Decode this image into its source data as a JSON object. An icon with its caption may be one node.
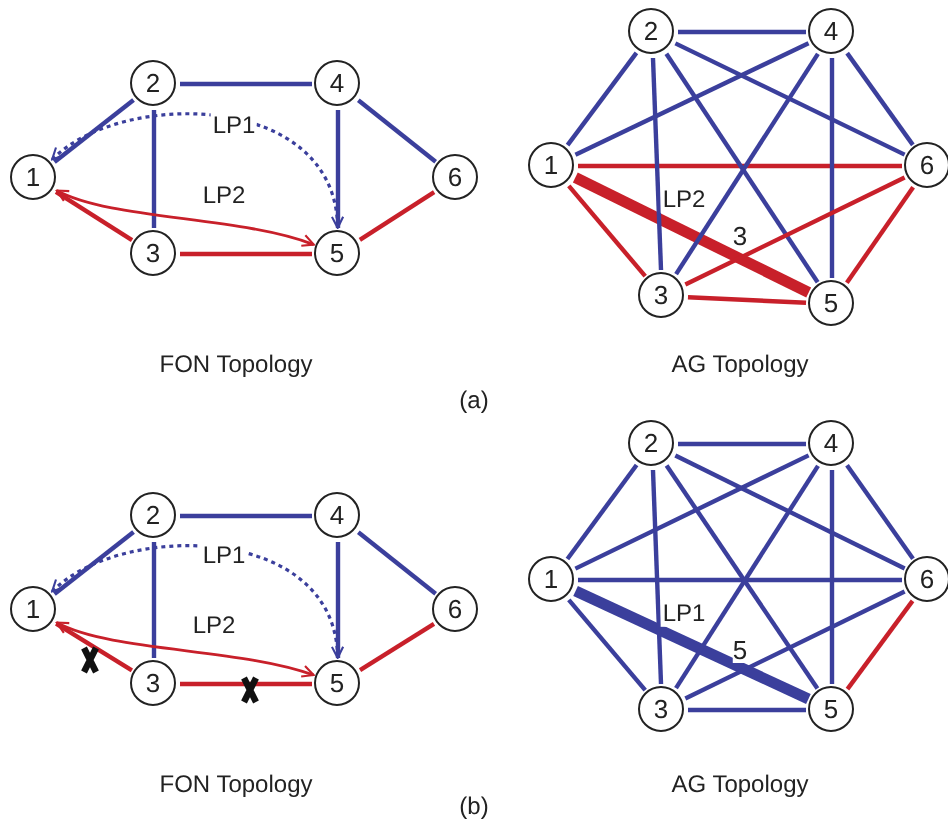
{
  "diagram": {
    "nodes": [
      {
        "text": [
          "1"
        ]
      },
      {
        "text": [
          "2"
        ]
      },
      {
        "text": [
          "3"
        ]
      },
      {
        "text": [
          "4"
        ]
      },
      {
        "text": [
          "5"
        ]
      },
      {
        "text": [
          "6"
        ]
      },
      {
        "text": [
          "1"
        ]
      },
      {
        "text": [
          "2"
        ]
      },
      {
        "text": [
          "3"
        ]
      },
      {
        "text": [
          "4"
        ]
      },
      {
        "text": [
          "5"
        ]
      },
      {
        "text": [
          "6"
        ]
      },
      {
        "text": [
          "1"
        ]
      },
      {
        "text": [
          "2"
        ]
      },
      {
        "text": [
          "3"
        ]
      },
      {
        "text": [
          "4"
        ]
      },
      {
        "text": [
          "5"
        ]
      },
      {
        "text": [
          "6"
        ]
      },
      {
        "text": [
          "1"
        ]
      },
      {
        "text": [
          "2"
        ]
      },
      {
        "text": [
          "3"
        ]
      },
      {
        "text": [
          "4"
        ]
      },
      {
        "text": [
          "5"
        ]
      },
      {
        "text": [
          "6"
        ]
      }
    ],
    "edges": [
      {
        "from": 0,
        "to": 1,
        "arrow": "none"
      },
      {
        "from": 1,
        "to": 3,
        "arrow": "none"
      },
      {
        "from": 3,
        "to": 5,
        "arrow": "none"
      },
      {
        "from": 1,
        "to": 2,
        "arrow": "none"
      },
      {
        "from": 3,
        "to": 4,
        "arrow": "none"
      },
      {
        "from": 0,
        "to": 2,
        "arrow": "none",
        "color": "#c8202a"
      },
      {
        "from": 2,
        "to": 4,
        "arrow": "none",
        "color": "#c8202a"
      },
      {
        "from": 4,
        "to": 5,
        "arrow": "none",
        "color": "#c8202a"
      },
      {
        "from": 0,
        "to": 4,
        "arrow": "both",
        "label": "LP1",
        "style": "dashed"
      },
      {
        "from": 0,
        "to": 4,
        "arrow": "both",
        "label": "LP2",
        "color": "#c8202a"
      },
      {
        "from": 6,
        "to": 7,
        "arrow": "none"
      },
      {
        "from": 6,
        "to": 9,
        "arrow": "none"
      },
      {
        "from": 6,
        "to": 11,
        "arrow": "none",
        "color": "#c8202a"
      },
      {
        "from": 6,
        "to": 8,
        "arrow": "none",
        "color": "#c8202a"
      },
      {
        "from": 6,
        "to": 10,
        "arrow": "none",
        "label": "LP2",
        "style": "thick",
        "color": "#c8202a"
      },
      {
        "from": 7,
        "to": 9,
        "arrow": "none"
      },
      {
        "from": 7,
        "to": 8,
        "arrow": "none"
      },
      {
        "from": 7,
        "to": 10,
        "arrow": "none"
      },
      {
        "from": 7,
        "to": 11,
        "arrow": "none"
      },
      {
        "from": 9,
        "to": 8,
        "arrow": "none"
      },
      {
        "from": 9,
        "to": 10,
        "arrow": "none"
      },
      {
        "from": 9,
        "to": 11,
        "arrow": "none"
      },
      {
        "from": 8,
        "to": 11,
        "arrow": "none",
        "color": "#c8202a"
      },
      {
        "from": 8,
        "to": 10,
        "arrow": "none",
        "color": "#c8202a"
      },
      {
        "from": 10,
        "to": 11,
        "arrow": "none",
        "color": "#c8202a"
      },
      {
        "from": 12,
        "to": 13,
        "arrow": "none"
      },
      {
        "from": 13,
        "to": 15,
        "arrow": "none"
      },
      {
        "from": 15,
        "to": 17,
        "arrow": "none"
      },
      {
        "from": 13,
        "to": 14,
        "arrow": "none"
      },
      {
        "from": 15,
        "to": 16,
        "arrow": "none"
      },
      {
        "from": 12,
        "to": 14,
        "arrow": "none",
        "color": "#c8202a"
      },
      {
        "from": 14,
        "to": 16,
        "arrow": "none",
        "color": "#c8202a"
      },
      {
        "from": 16,
        "to": 17,
        "arrow": "none",
        "color": "#c8202a"
      },
      {
        "from": 12,
        "to": 16,
        "arrow": "both",
        "label": "LP1",
        "style": "dashed"
      },
      {
        "from": 12,
        "to": 16,
        "arrow": "both",
        "label": "LP2",
        "color": "#c8202a"
      },
      {
        "from": 18,
        "to": 19,
        "arrow": "none"
      },
      {
        "from": 18,
        "to": 21,
        "arrow": "none"
      },
      {
        "from": 18,
        "to": 23,
        "arrow": "none"
      },
      {
        "from": 18,
        "to": 20,
        "arrow": "none"
      },
      {
        "from": 18,
        "to": 22,
        "arrow": "none",
        "label": "LP1",
        "style": "thick"
      },
      {
        "from": 19,
        "to": 21,
        "arrow": "none"
      },
      {
        "from": 19,
        "to": 20,
        "arrow": "none"
      },
      {
        "from": 19,
        "to": 22,
        "arrow": "none"
      },
      {
        "from": 19,
        "to": 23,
        "arrow": "none"
      },
      {
        "from": 21,
        "to": 20,
        "arrow": "none"
      },
      {
        "from": 21,
        "to": 22,
        "arrow": "none"
      },
      {
        "from": 21,
        "to": 23,
        "arrow": "none"
      },
      {
        "from": 20,
        "to": 23,
        "arrow": "none"
      },
      {
        "from": 20,
        "to": 22,
        "arrow": "none"
      },
      {
        "from": 22,
        "to": 23,
        "arrow": "none",
        "color": "#c8202a"
      }
    ],
    "labels": [
      "3",
      "FON Topology",
      "AG Topology",
      "(a)",
      "5",
      "FON Topology",
      "AG Topology",
      "(b)"
    ]
  }
}
